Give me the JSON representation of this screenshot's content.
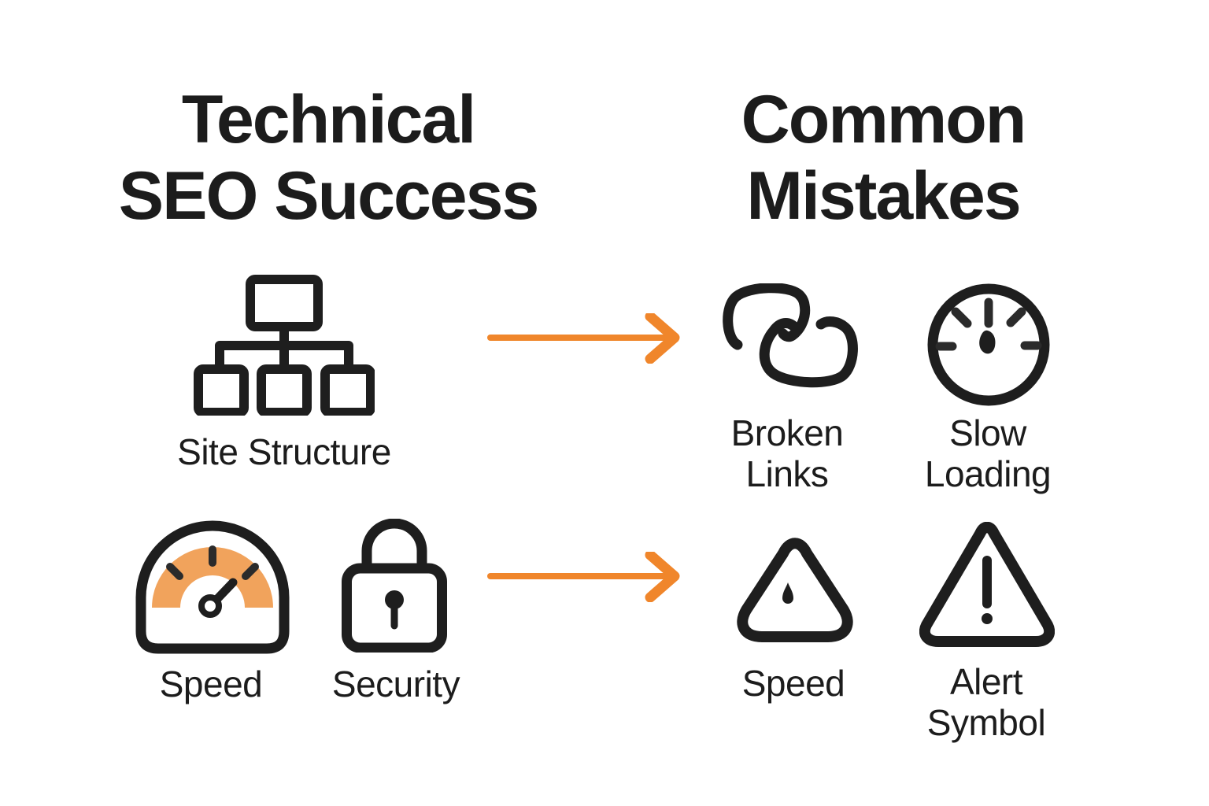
{
  "colors": {
    "background": "#ffffff",
    "ink": "#1c1c1c",
    "icon_ink": "#1e1e1e",
    "arrow_orange": "#F0862B",
    "gauge_orange": "#F1A35C"
  },
  "left_column": {
    "heading_line1": "Technical",
    "heading_line2": "SEO Success",
    "items": {
      "site_structure": {
        "label": "Site Structure",
        "icon": "sitemap-icon"
      },
      "speed": {
        "label": "Speed",
        "icon": "speed-gauge-icon"
      },
      "security": {
        "label": "Security",
        "icon": "padlock-icon"
      }
    }
  },
  "right_column": {
    "heading_line1": "Common",
    "heading_line2": "Mistakes",
    "items": {
      "broken_links": {
        "label_line1": "Broken",
        "label_line2": "Links",
        "icon": "broken-chain-icon"
      },
      "slow_loading": {
        "label_line1": "Slow",
        "label_line2": "Loading",
        "icon": "speedometer-icon"
      },
      "speed": {
        "label": "Speed",
        "icon": "rounded-triangle-gauge-icon"
      },
      "alert": {
        "label_line1": "Alert",
        "label_line2": "Symbol",
        "icon": "warning-triangle-icon"
      }
    }
  },
  "arrows": {
    "top": {
      "direction": "left-to-right"
    },
    "bottom": {
      "direction": "left-to-right"
    }
  }
}
